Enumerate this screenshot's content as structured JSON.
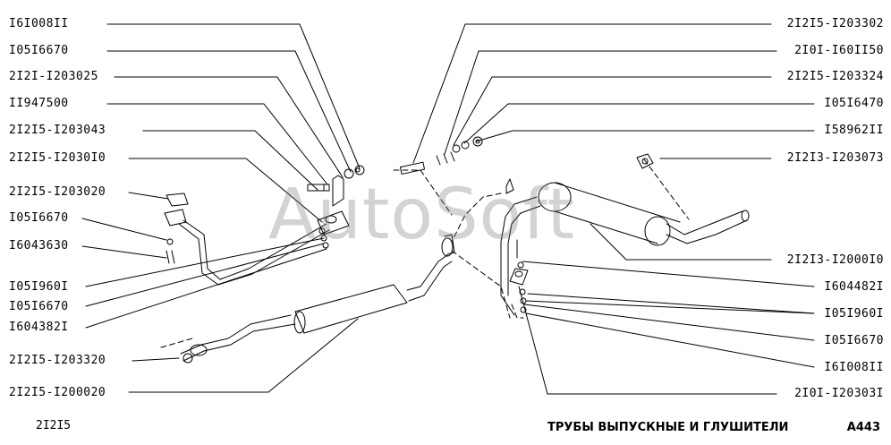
{
  "watermark": "AutoSoft",
  "footer": {
    "model": "2I2I5",
    "title": "ТРУБЫ ВЫПУСКНЫЕ И ГЛУШИТЕЛИ",
    "sheet": "А443"
  },
  "left_labels": [
    "I6I008II",
    "I05I6670",
    "2I2I-I203025",
    "II947500",
    "2I2I5-I203043",
    "2I2I5-I2030I0",
    "2I2I5-I203020",
    "I05I6670",
    "I6043630",
    "I05I960I",
    "I05I6670",
    "I604382I",
    "2I2I5-I203320",
    "2I2I5-I200020"
  ],
  "right_labels": [
    "2I2I5-I203302",
    "2I0I-I60II50",
    "2I2I5-I203324",
    "I05I6470",
    "I58962II",
    "2I2I3-I203073",
    "2I2I3-I2000I0",
    "I604482I",
    "I05I960I",
    "I05I6670",
    "I6I008II",
    "2I0I-I20303I"
  ]
}
